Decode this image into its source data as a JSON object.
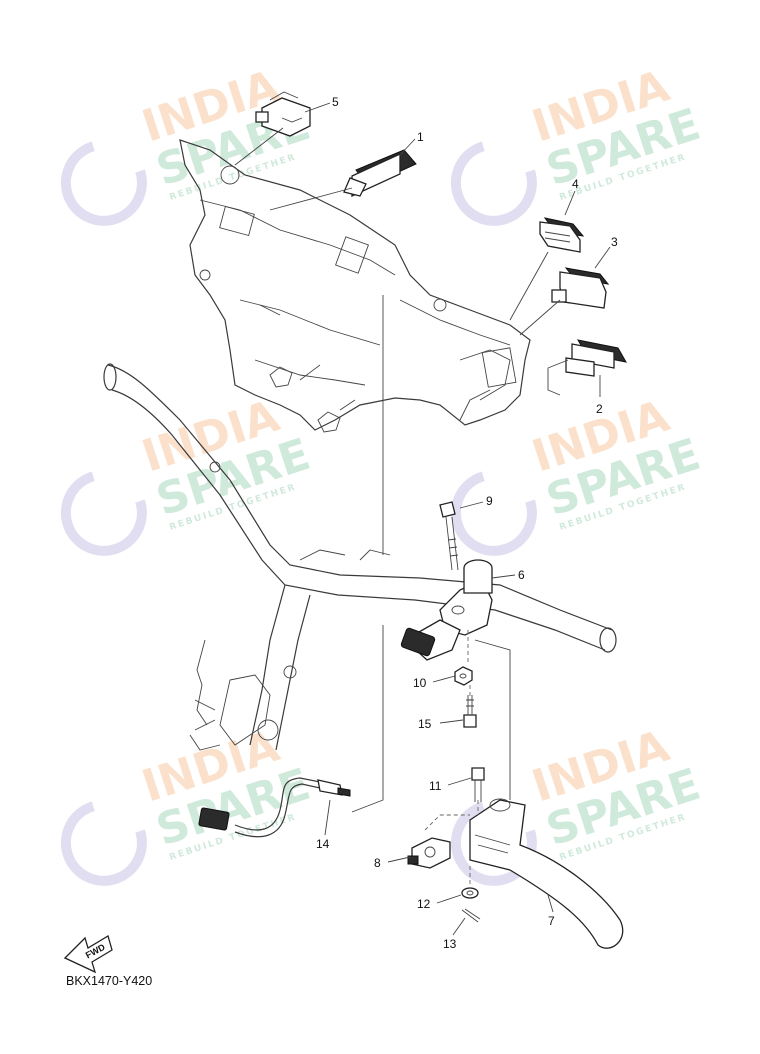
{
  "diagram": {
    "code": "BKX1470-Y420",
    "fwd_label": "FWD",
    "callouts": [
      "1",
      "2",
      "3",
      "4",
      "5",
      "6",
      "7",
      "8",
      "9",
      "10",
      "11",
      "12",
      "13",
      "14",
      "15"
    ]
  },
  "watermark": {
    "line1": "INDIA",
    "line2": "SPARE",
    "tagline": "REBUILD TOGETHER",
    "color_india": "#f7c9a0",
    "color_spare": "#a8d8bd",
    "color_icon": "#c9c4e6"
  }
}
